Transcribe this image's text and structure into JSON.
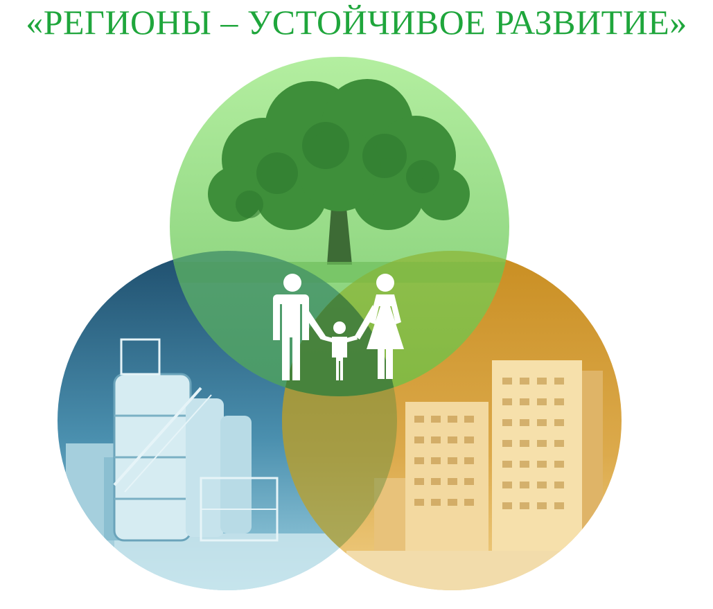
{
  "header": {
    "title": "«РЕГИОНЫ – УСТОЙЧИВОЕ РАЗВИТИЕ»"
  },
  "theme": {
    "title_color": "#1fa63c",
    "ecology_color": "#7ed36e",
    "industry_color": "#3a7a98",
    "housing_color": "#d4a23c",
    "people_color": "#ffffff"
  },
  "illustration": {
    "circles": [
      {
        "name": "ecology",
        "icon": "tree-icon"
      },
      {
        "name": "industry",
        "icon": "factory-icon"
      },
      {
        "name": "housing",
        "icon": "apartment-buildings-icon"
      }
    ],
    "center_icon": "family-icon"
  }
}
